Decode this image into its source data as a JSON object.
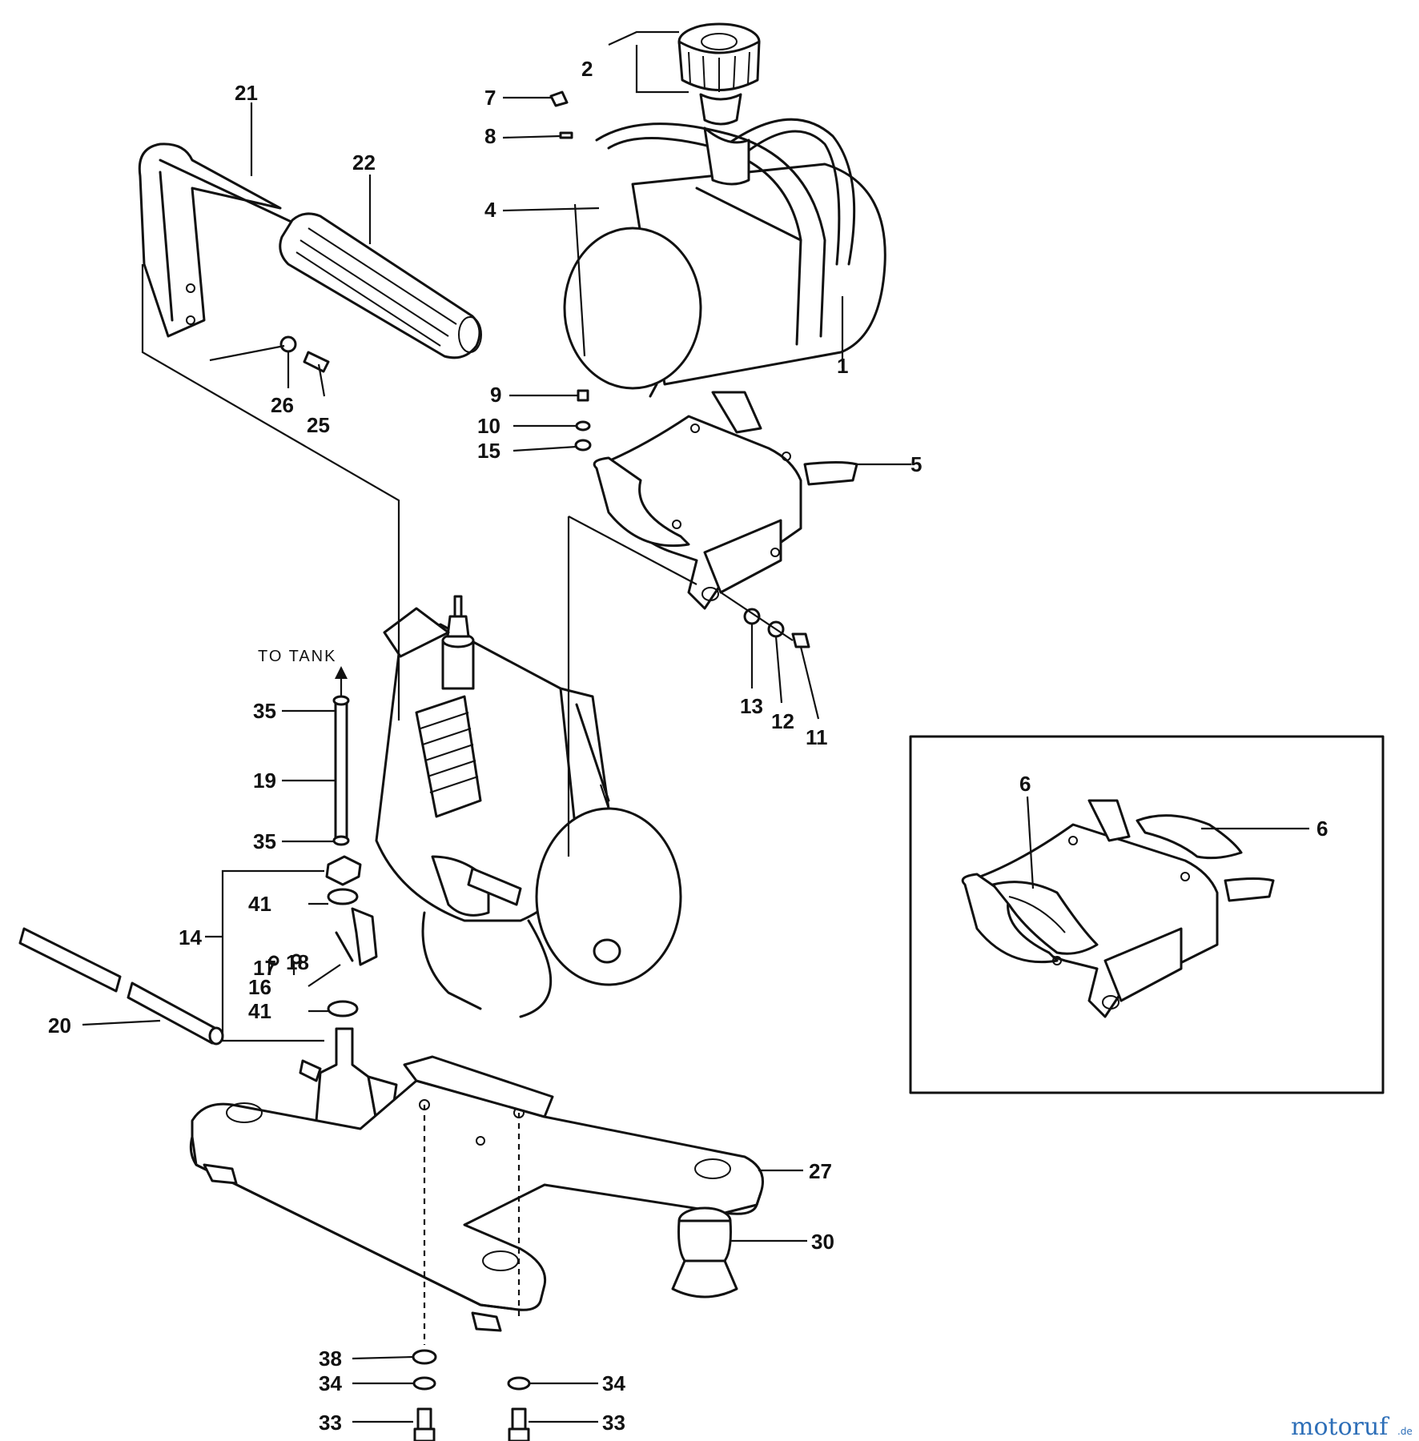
{
  "diagram": {
    "labels": {
      "n1": "1",
      "n2": "2",
      "n4": "4",
      "n5": "5",
      "n6a": "6",
      "n6b": "6",
      "n7": "7",
      "n8": "8",
      "n9": "9",
      "n10": "10",
      "n11": "11",
      "n12": "12",
      "n13": "13",
      "n14": "14",
      "n15": "15",
      "n16": "16",
      "n17": "17",
      "n18": "18",
      "n19": "19",
      "n20": "20",
      "n21": "21",
      "n22": "22",
      "n25": "25",
      "n26": "26",
      "n27": "27",
      "n30": "30",
      "n33a": "33",
      "n33b": "33",
      "n34a": "34",
      "n34b": "34",
      "n35a": "35",
      "n35b": "35",
      "n38": "38",
      "n41a": "41",
      "n41b": "41"
    },
    "note_to_tank": "TO TANK"
  },
  "watermark": {
    "brand": "motoruf",
    "suffix": ".de"
  }
}
